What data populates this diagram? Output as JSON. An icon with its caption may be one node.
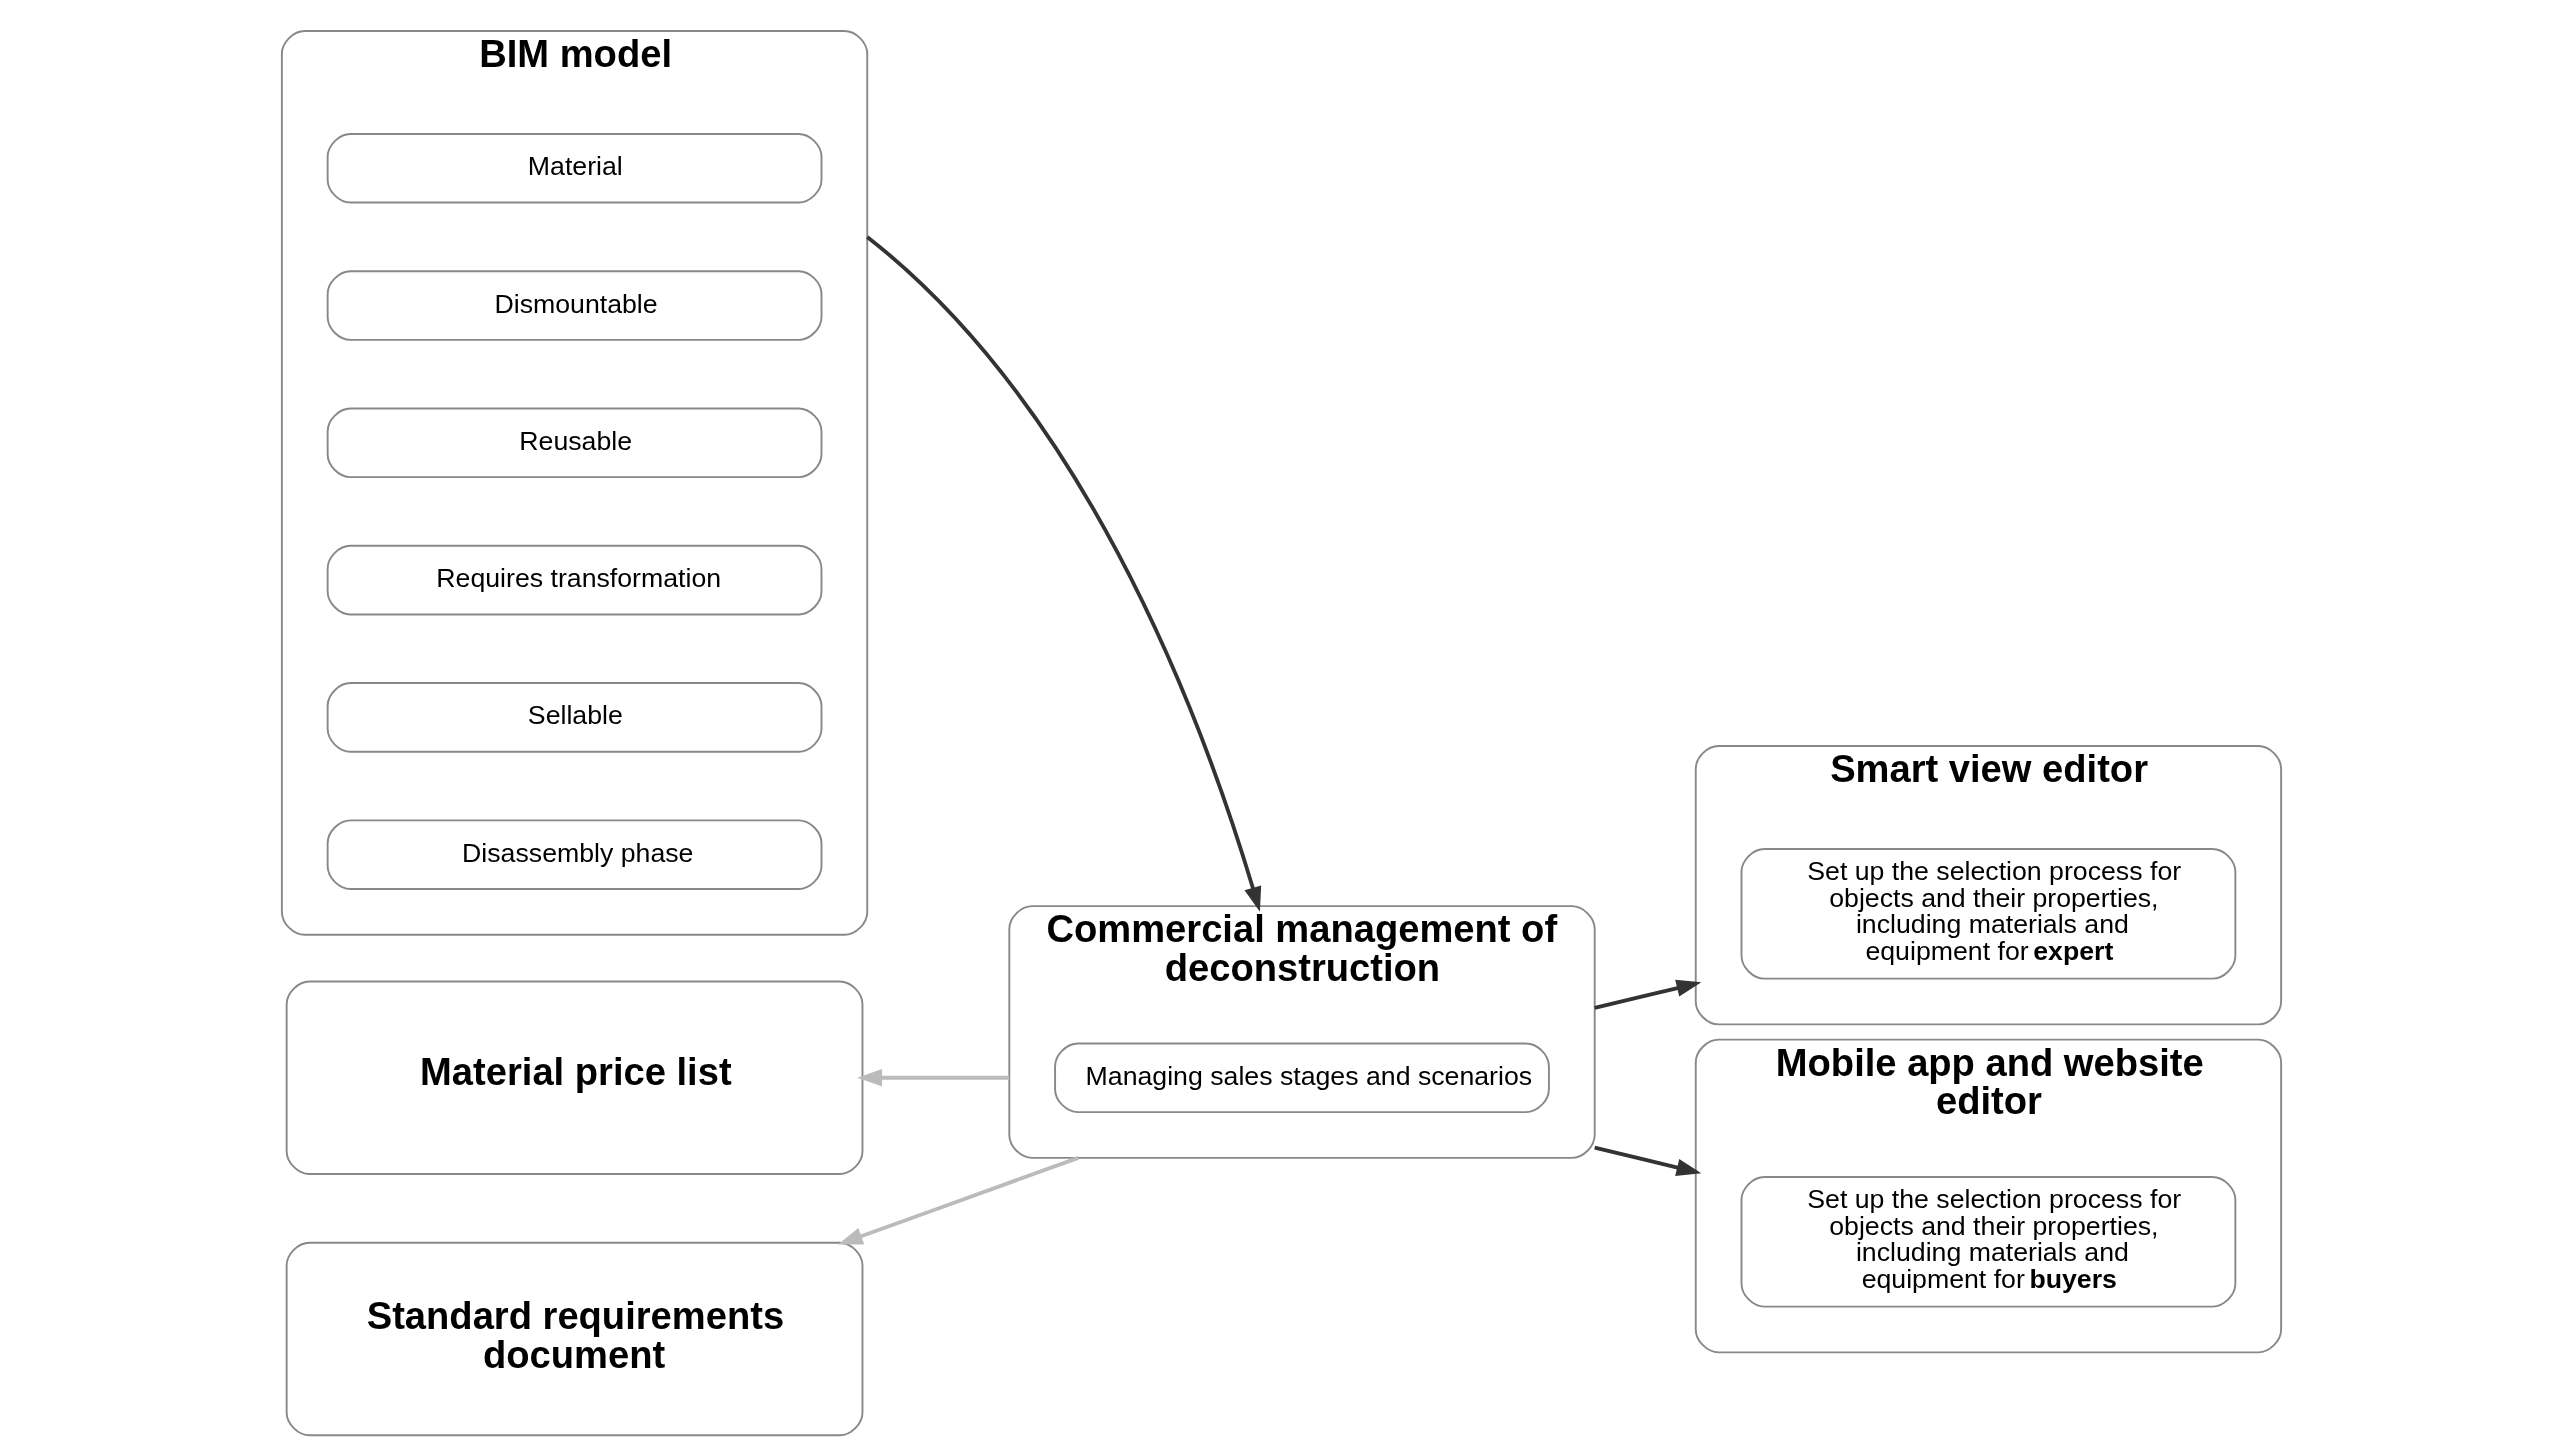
{
  "diagram": {
    "nodes": [
      {
        "text": [
          "BIM model"
        ]
      },
      {
        "text": [
          "Material"
        ],
        "in": 0
      },
      {
        "text": [
          "Dismountable"
        ],
        "in": 0
      },
      {
        "text": [
          "Reusable"
        ],
        "in": 0
      },
      {
        "text": [
          "Requires transformation"
        ],
        "in": 0
      },
      {
        "text": [
          "Sellable"
        ],
        "in": 0
      },
      {
        "text": [
          "Disassembly phase"
        ],
        "in": 0
      },
      {
        "text": [
          "Material price list"
        ]
      },
      {
        "text": [
          "Standard requirements document"
        ]
      },
      {
        "text": [
          "Commercial management of deconstruction"
        ]
      },
      {
        "text": [
          "Managing sales stages and scenarios"
        ],
        "in": 9
      },
      {
        "text": [
          "Smart view editor"
        ]
      },
      {
        "text": [
          "Set up the selection process for objects and their properties, including materials and equipment for **expert**"
        ],
        "in": 11
      },
      {
        "text": [
          "Mobile app and website editor"
        ]
      },
      {
        "text": [
          "Set up the selection process for objects and their properties, including materials and equipment for **buyers**"
        ],
        "in": 13
      }
    ],
    "edges": [
      {
        "from": 0,
        "to": 9,
        "arrow": "to"
      },
      {
        "from": 9,
        "to": 7,
        "arrow": "to",
        "color": "#bbbbbb"
      },
      {
        "from": 9,
        "to": 8,
        "arrow": "to",
        "color": "#bbbbbb"
      },
      {
        "from": 9,
        "to": 11,
        "arrow": "to"
      },
      {
        "from": 9,
        "to": 13,
        "arrow": "to"
      }
    ]
  }
}
